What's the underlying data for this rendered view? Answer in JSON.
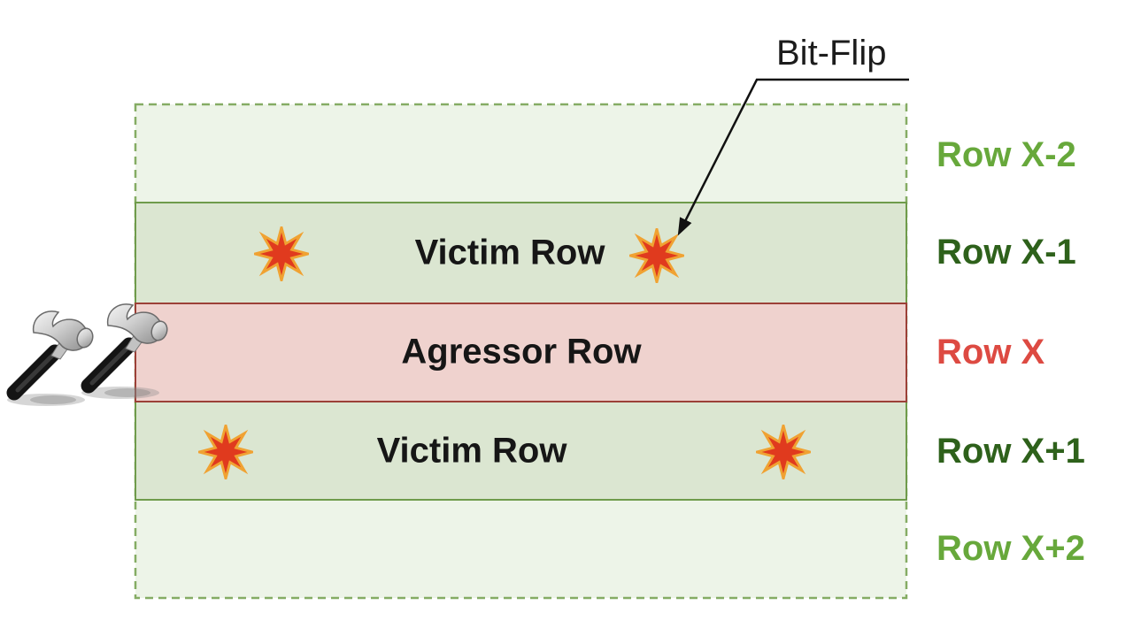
{
  "diagram": {
    "kind": "rowhammer-memory-diagram",
    "annotation": {
      "bit_flip_label": "Bit-Flip"
    },
    "rows": [
      {
        "label": "Row X-2",
        "band_text": "",
        "type": "far-neighbor"
      },
      {
        "label": "Row X-1",
        "band_text": "Victim Row",
        "type": "victim"
      },
      {
        "label": "Row X",
        "band_text": "Agressor Row",
        "type": "aggressor"
      },
      {
        "label": "Row X+1",
        "band_text": "Victim Row",
        "type": "victim"
      },
      {
        "label": "Row X+2",
        "band_text": "",
        "type": "far-neighbor"
      }
    ],
    "icons": {
      "hammer": "hammer-icon",
      "burst": "bit-flip-burst-icon",
      "arrow": "bit-flip-arrow"
    },
    "colors": {
      "outer_bg": "#edf4e8",
      "outer_border": "#85ac64",
      "victim_band_bg": "#dbe6d1",
      "victim_band_border": "#6f9b4b",
      "aggressor_band_bg": "#efd2ce",
      "aggressor_band_border": "#9c4038",
      "row_label_light_green": "#67a83b",
      "row_label_dark_green": "#2e611b",
      "row_label_red": "#dd4a42",
      "burst_fill": "#e03a1e",
      "burst_stroke": "#f0a232",
      "band_text_color": "#161616",
      "arrow_color": "#111111"
    }
  }
}
